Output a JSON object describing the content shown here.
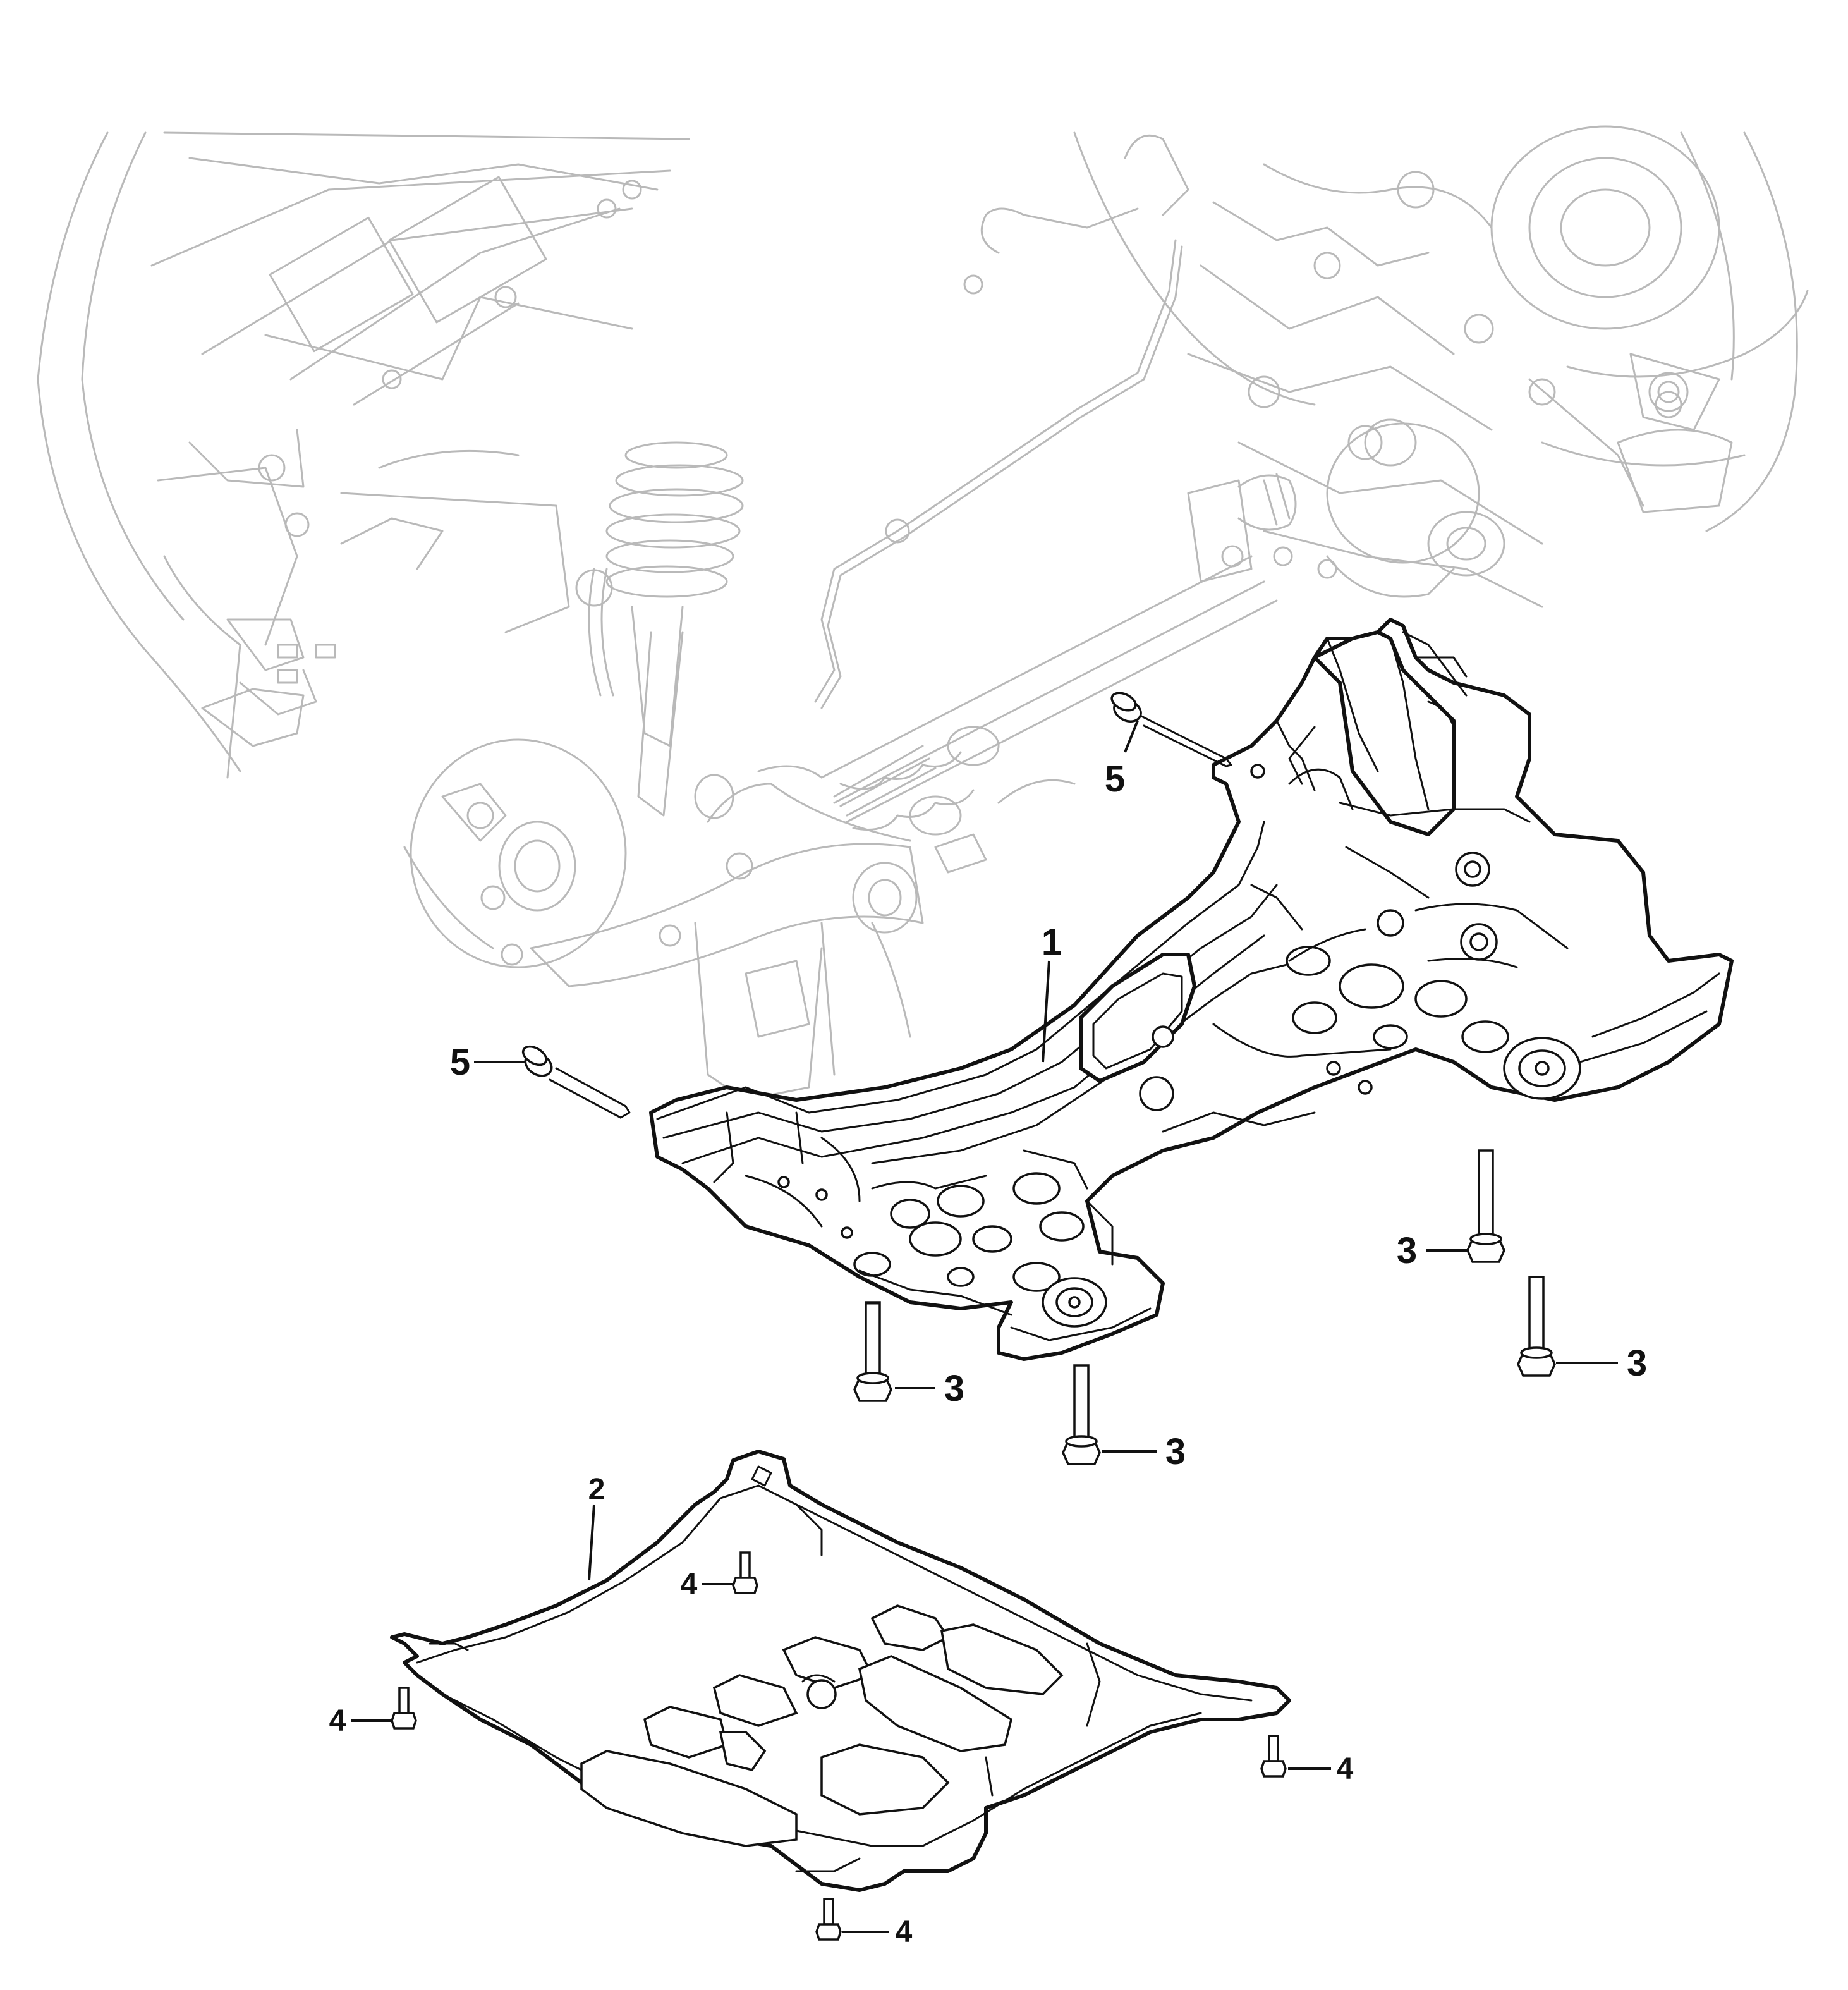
{
  "callouts": {
    "c1": "1",
    "c2": "2",
    "c3a": "3",
    "c3b": "3",
    "c3c": "3",
    "c3d": "3",
    "c4a": "4",
    "c4b": "4",
    "c4c": "4",
    "c4d": "4",
    "c5a": "5",
    "c5b": "5"
  }
}
